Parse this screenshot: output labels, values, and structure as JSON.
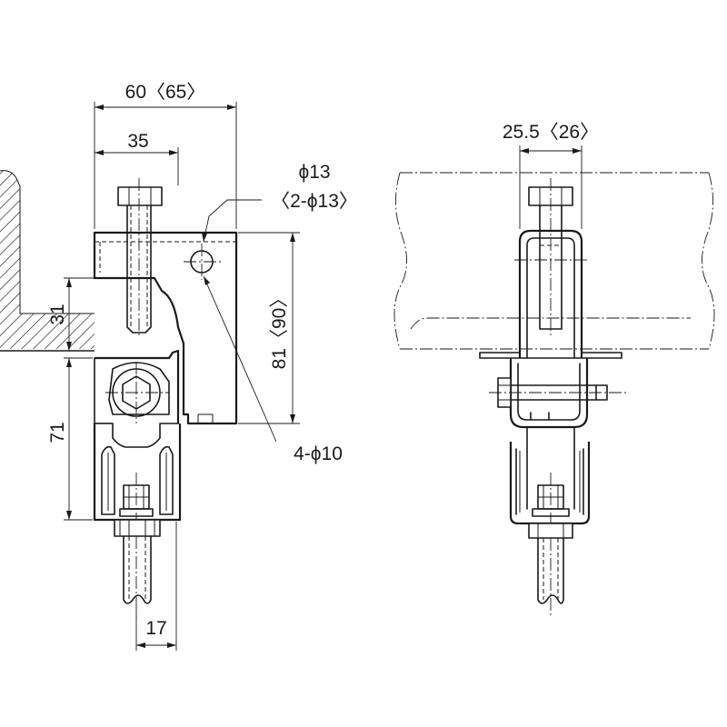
{
  "side_view": {
    "dim_overall_width": "60〈65〉",
    "dim_bolt_offset": "35",
    "dim_hole": "ϕ13",
    "dim_hole_alt": "〈2-ϕ13〉",
    "dim_flange_max": "31",
    "dim_height": "81〈90〉",
    "dim_lower_height": "71",
    "dim_side_holes": "4-ϕ10",
    "dim_rod_width": "17"
  },
  "front_view": {
    "dim_width": "25.5〈26〉"
  }
}
